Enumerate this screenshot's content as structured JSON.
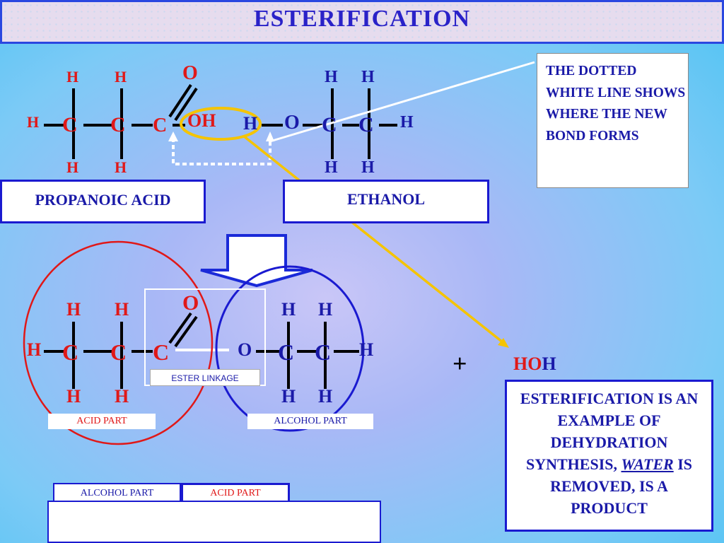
{
  "title": "ESTERIFICATION",
  "reactants": {
    "acid_label": "PROPANOIC ACID",
    "alcohol_label": "ETHANOL",
    "atoms": {
      "H": "H",
      "C": "C",
      "O": "O",
      "OH": "OH"
    }
  },
  "note_dotted_line": "THE DOTTED WHITE LINE SHOWS WHERE THE NEW BOND FORMS",
  "product": {
    "ester_linkage": "ESTER LINKAGE",
    "acid_part": "ACID PART",
    "alcohol_part": "ALCOHOL PART",
    "plus": "+",
    "water_ho": "HO",
    "water_h": "H"
  },
  "explanation": {
    "line1": "ESTERIFICATION IS AN EXAMPLE OF DEHYDRATION SYNTHESIS,",
    "water": "WATER",
    "line2": "IS REMOVED, IS A PRODUCT"
  },
  "bottom_table": {
    "alcohol_part": "ALCOHOL PART",
    "acid_part": "ACID PART"
  },
  "colors": {
    "red": "#e01818",
    "blue": "#1a1aa8",
    "yellow": "#f5c400",
    "title_border": "#2a47e0"
  }
}
